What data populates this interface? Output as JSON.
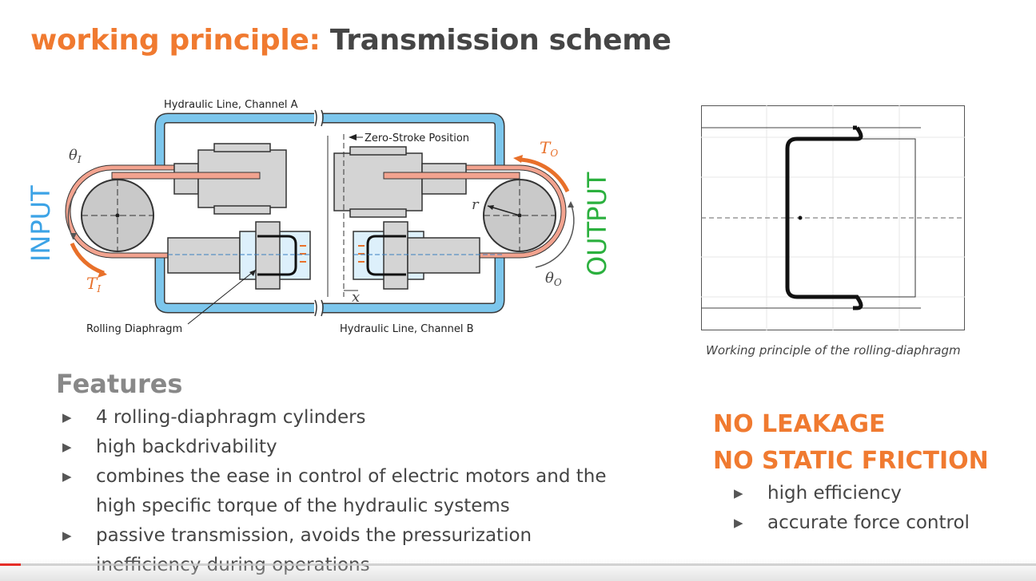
{
  "slide": {
    "title_accent": "working principle:",
    "title_rest": "Transmission scheme"
  },
  "diagram": {
    "hydraulic_line_a": "Hydraulic Line, Channel A",
    "hydraulic_line_b": "Hydraulic Line, Channel B",
    "zero_stroke": "Zero-Stroke Position",
    "rolling_diaphragm": "Rolling Diaphragm",
    "input": "INPUT",
    "output": "OUTPUT",
    "theta_i": "θ",
    "theta_i_sub": "I",
    "theta_o": "θ",
    "theta_o_sub": "O",
    "t_i": "T",
    "t_i_sub": "I",
    "t_o": "T",
    "t_o_sub": "O",
    "r": "r",
    "x": "x",
    "colors": {
      "hydraulic": "#7cc6ec",
      "belt": "#f2a38f",
      "torque": "#e8702a",
      "input": "#3ca3e6",
      "output": "#2bb03e"
    }
  },
  "figure": {
    "caption": "Working principle of the rolling-diaphragm"
  },
  "features": {
    "title": "Features",
    "items": [
      "4 rolling-diaphragm cylinders",
      "high backdrivability",
      "combines the ease in control of electric motors and the high specific torque of the hydraulic systems",
      "passive transmission, avoids the pressurization inefficiency during operations"
    ]
  },
  "callouts": {
    "no_leakage": "NO LEAKAGE",
    "no_static_friction": "NO STATIC FRICTION",
    "items": [
      "high efficiency",
      "accurate force control"
    ]
  },
  "video": {
    "progress": 0.02
  }
}
